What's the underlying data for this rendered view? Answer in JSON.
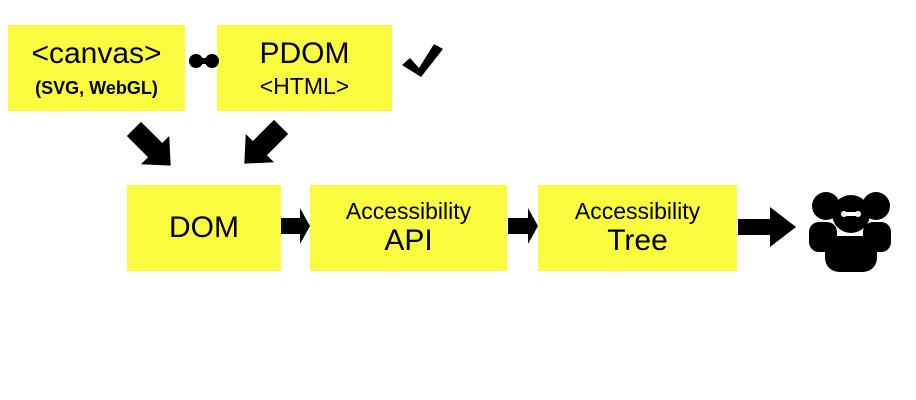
{
  "nodes": {
    "canvas": {
      "title": "<canvas>",
      "subtitle": "(SVG, WebGL)"
    },
    "pdom": {
      "title": "PDOM",
      "subtitle": "<HTML>"
    },
    "dom": {
      "title": "DOM"
    },
    "api": {
      "title": "Accessibility",
      "subtitle": "API"
    },
    "tree": {
      "title": "Accessibility",
      "subtitle": "Tree"
    }
  },
  "icons": [
    "checkmark-icon",
    "link-connector-icon",
    "users-group-icon"
  ],
  "colors": {
    "box": "#fafa3e",
    "arrow": "#000000",
    "background": "#ffffff"
  }
}
